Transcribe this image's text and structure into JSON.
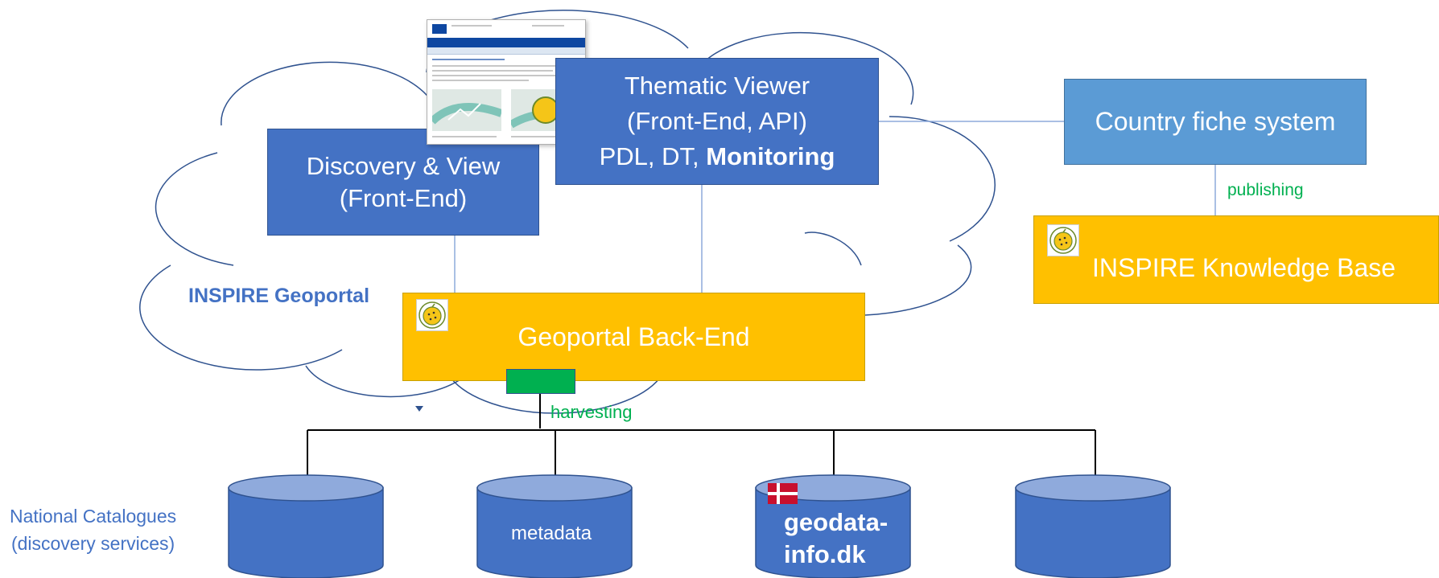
{
  "labels": {
    "geoportal": "INSPIRE Geoportal",
    "harvesting": "harvesting",
    "publishing": "publishing",
    "national_catalogues_line1": "National Catalogues",
    "national_catalogues_line2": "(discovery services)"
  },
  "boxes": {
    "discovery_line1": "Discovery & View",
    "discovery_line2": "(Front-End)",
    "thematic_line1": "Thematic Viewer",
    "thematic_line2": "(Front-End, API)",
    "thematic_line3_plain": "PDL, DT, ",
    "thematic_line3_bold": "Monitoring",
    "country_fiche": "Country fiche system",
    "knowledge_base": "INSPIRE Knowledge Base",
    "backend": "Geoportal Back-End"
  },
  "databases": {
    "db2_label": "metadata",
    "db3_label_line1": "geodata-",
    "db3_label_line2": "info.dk"
  },
  "colors": {
    "box_blue": "#4472c4",
    "box_light_blue": "#5b9bd5",
    "box_gold": "#ffc000",
    "connector_green": "#00b050",
    "label_blue": "#4472c4",
    "label_green": "#00b050",
    "flag_red": "#c8102e"
  },
  "icons": {
    "inspire_seal": "inspire-logo-icon",
    "denmark_flag": "denmark-flag-icon"
  }
}
